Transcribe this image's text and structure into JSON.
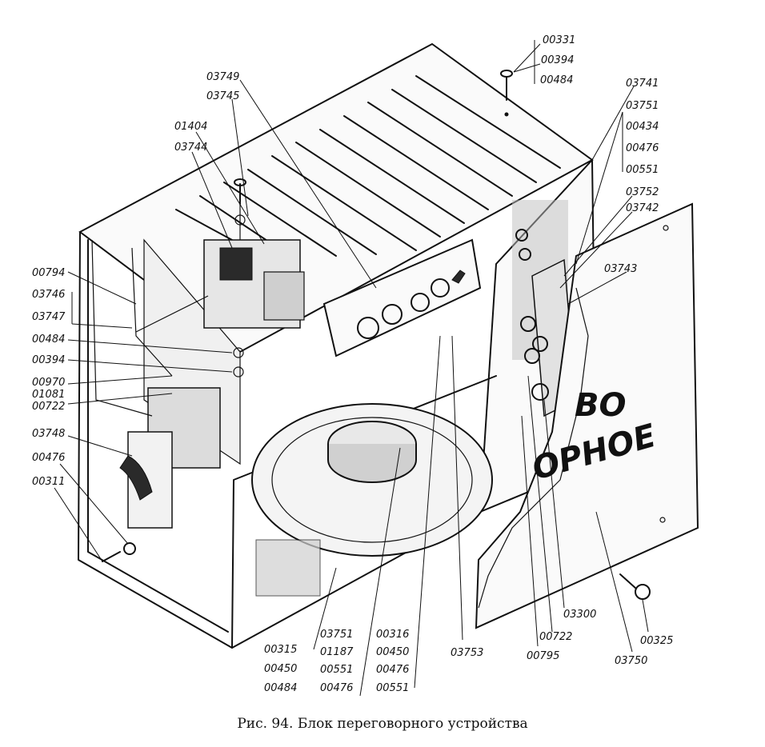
{
  "caption": "Рис. 94. Блок переговорного устройства",
  "panel_stencil": {
    "line1": "ВО",
    "line2": "ОРНОЕ"
  },
  "callouts": {
    "c00331": "00331",
    "c00394_top": "00394",
    "c00484_top": "00484",
    "c03741": "03741",
    "c03751_r": "03751",
    "c00434": "00434",
    "c00476_r": "00476",
    "c00551_r": "00551",
    "c03752": "03752",
    "c03742": "03742",
    "c03743": "03743",
    "c03749": "03749",
    "c03745": "03745",
    "c01404": "01404",
    "c03744": "03744",
    "c00794": "00794",
    "c03746": "03746",
    "c03747": "03747",
    "c00484_l": "00484",
    "c00394_l": "00394",
    "c00970": "00970",
    "c01081": "01081",
    "c00722_l": "00722",
    "c03748": "03748",
    "c00476_l": "00476",
    "c00311": "00311",
    "c00315": "00315",
    "c00450_a": "00450",
    "c00484_b": "00484",
    "c03751_b": "03751",
    "c01187": "01187",
    "c00551_b": "00551",
    "c00476_b": "00476",
    "c00316": "00316",
    "c00450_b": "00450",
    "c00476_c": "00476",
    "c00551_c": "00551",
    "c03753": "03753",
    "c00795": "00795",
    "c00722_b": "00722",
    "c03300": "03300",
    "c03750": "03750",
    "c00325": "00325"
  }
}
